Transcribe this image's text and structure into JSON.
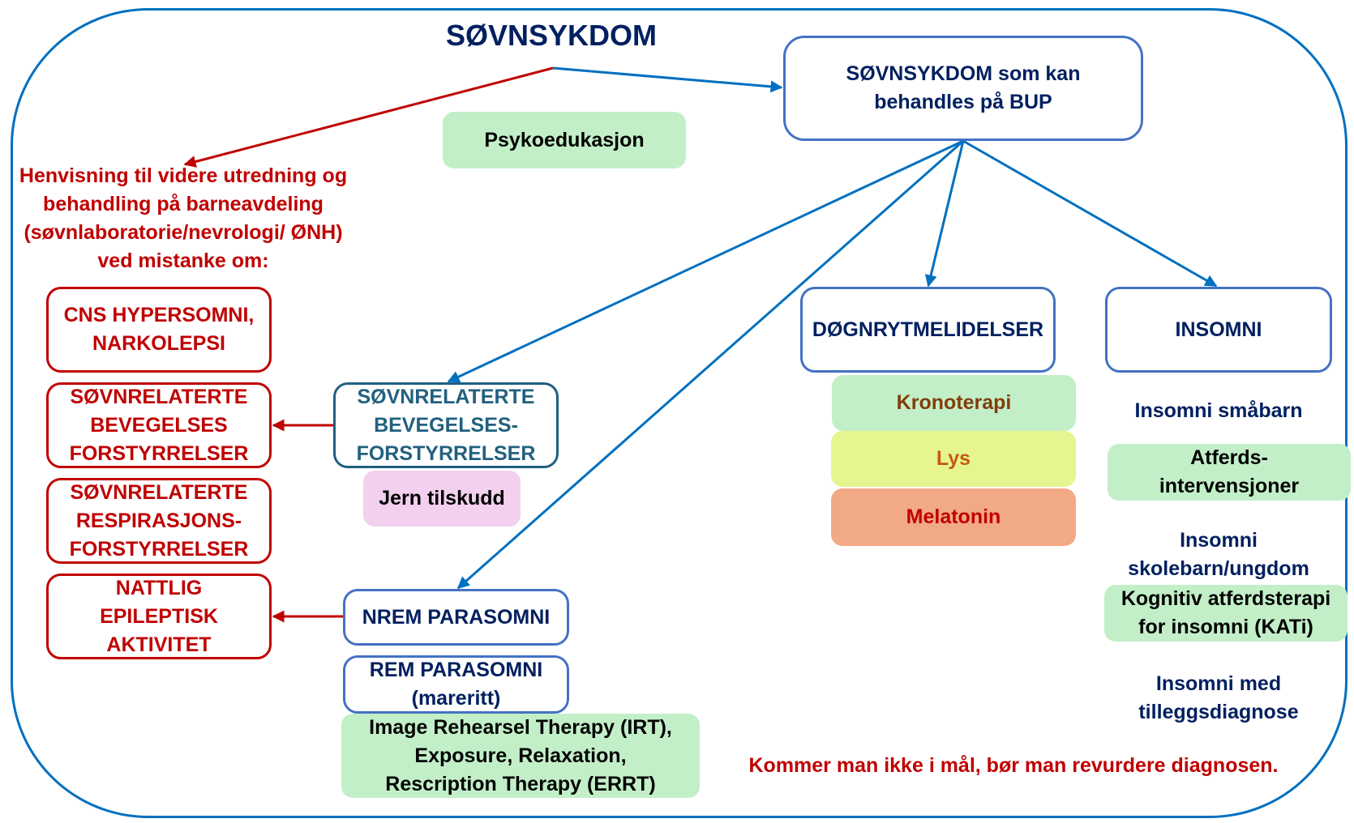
{
  "title": "SØVNSYKDOM",
  "referral": {
    "lines": [
      "Henvisning til videre utredning og",
      "behandling på barneavdeling",
      "(søvnlaboratorie/nevrologi/ ØNH)",
      "ved mistanke om:"
    ],
    "conditions": [
      {
        "lines": [
          "CNS HYPERSOMNI,",
          "NARKOLEPSI"
        ]
      },
      {
        "lines": [
          "SØVNRELATERTE",
          "BEVEGELSES",
          "FORSTYRRELSER"
        ]
      },
      {
        "lines": [
          "SØVNRELATERTE",
          "RESPIRASJONS-",
          "FORSTYRRELSER"
        ]
      },
      {
        "lines": [
          "NATTLIG",
          "EPILEPTISK",
          "AKTIVITET"
        ]
      }
    ]
  },
  "psykoedukasjon": "Psykoedukasjon",
  "bup": {
    "lines": [
      "SØVNSYKDOM som kan",
      "behandles på BUP"
    ]
  },
  "movement": {
    "lines": [
      "SØVNRELATERTE",
      "BEVEGELSES-",
      "FORSTYRRELSER"
    ],
    "treatment": "Jern tilskudd"
  },
  "parasomnia": {
    "nrem": "NREM PARASOMNI",
    "rem": {
      "lines": [
        "REM PARASOMNI",
        "(mareritt)"
      ]
    },
    "treatment": {
      "lines": [
        "Image Rehearsel Therapy (IRT),",
        "Exposure, Relaxation,",
        "Rescription Therapy (ERRT)"
      ]
    }
  },
  "circadian": {
    "label": "DØGNRYTMELIDELSER",
    "treatments": [
      "Kronoterapi",
      "Lys",
      "Melatonin"
    ]
  },
  "insomnia": {
    "label": "INSOMNI",
    "toddlers": "Insomni småbarn",
    "toddlers_treatment": {
      "lines": [
        "Atferds-",
        "intervensjoner"
      ]
    },
    "school": {
      "lines": [
        "Insomni",
        "skolebarn/ungdom"
      ]
    },
    "school_treatment": {
      "lines": [
        "Kognitiv atferdsterapi",
        "for insomni (KATi)"
      ]
    },
    "comorbid": {
      "lines": [
        "Insomni med",
        "tilleggsdiagnose"
      ]
    }
  },
  "footer": "Kommer man ikke i mål, bør man revurdere diagnosen.",
  "colors": {
    "frame": "#0070C0",
    "navy": "#002060",
    "red": "#C00000",
    "box_border": "#4472C4",
    "green_fill": "#C3EFC8",
    "pink_fill": "#F2D0EE",
    "yellow_fill": "#E6F590",
    "orange_fill": "#F2A985"
  }
}
